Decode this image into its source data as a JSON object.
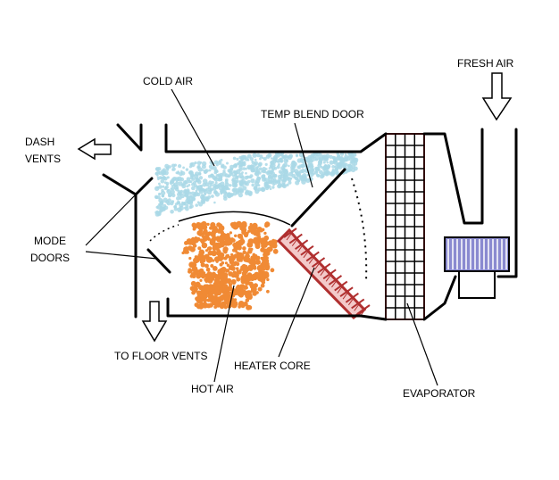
{
  "labels": {
    "fresh_air": "FRESH AIR",
    "cold_air": "COLD AIR",
    "temp_blend_door": "TEMP BLEND DOOR",
    "dash_vents_line1": "DASH",
    "dash_vents_line2": "VENTS",
    "mode_doors_line1": "MODE",
    "mode_doors_line2": "DOORS",
    "to_floor_vents": "TO FLOOR VENTS",
    "heater_core": "HEATER CORE",
    "hot_air": "HOT AIR",
    "evaporator": "EVAPORATOR"
  },
  "colors": {
    "cold_air": "#a9d8e6",
    "hot_air": "#f08a35",
    "heater_core": "#b03030",
    "evaporator_frame": "#c02828",
    "blower": "#6a6ab0",
    "outline": "#000000"
  }
}
